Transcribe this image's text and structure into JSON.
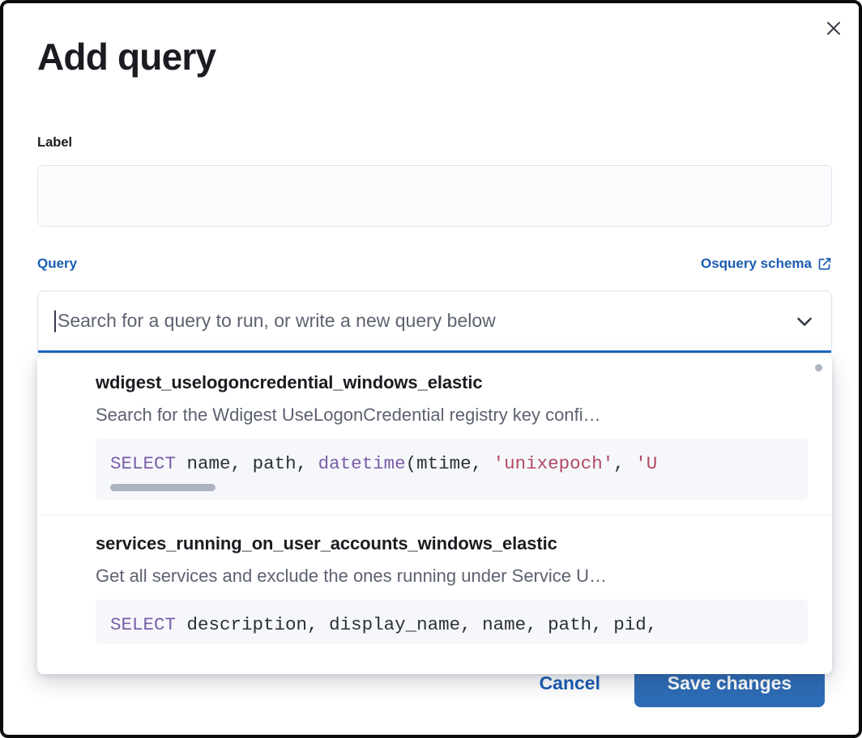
{
  "modal": {
    "title": "Add query",
    "close_icon": "close-icon"
  },
  "label_field": {
    "label": "Label",
    "value": "",
    "placeholder": ""
  },
  "query_section": {
    "label": "Query",
    "schema_link": "Osquery schema",
    "schema_link_icon": "external-link-icon"
  },
  "combobox": {
    "placeholder": "Search for a query to run, or write a new query below",
    "value": "",
    "chevron_icon": "chevron-down-icon",
    "focused": true
  },
  "dropdown": {
    "scroll_indicator": "scroll-dot",
    "items": [
      {
        "title": "wdigest_uselogoncredential_windows_elastic",
        "description": "Search for the Wdigest UseLogonCredential registry key confi…",
        "code_tokens": [
          {
            "t": "SELECT",
            "c": "kw"
          },
          {
            "t": " ",
            "c": "punc"
          },
          {
            "t": "name",
            "c": "id"
          },
          {
            "t": ", ",
            "c": "punc"
          },
          {
            "t": "path",
            "c": "id"
          },
          {
            "t": ", ",
            "c": "punc"
          },
          {
            "t": "datetime",
            "c": "fn"
          },
          {
            "t": "(",
            "c": "punc"
          },
          {
            "t": "mtime",
            "c": "id"
          },
          {
            "t": ", ",
            "c": "punc"
          },
          {
            "t": "'unixepoch'",
            "c": "str"
          },
          {
            "t": ", ",
            "c": "punc"
          },
          {
            "t": "'U",
            "c": "str"
          }
        ],
        "code_plain": "SELECT name, path, datetime(mtime, 'unixepoch', 'U",
        "has_hscrollbar": true
      },
      {
        "title": "services_running_on_user_accounts_windows_elastic",
        "description": "Get all services and exclude the ones running under Service U…",
        "code_tokens": [
          {
            "t": "SELECT",
            "c": "kw"
          },
          {
            "t": " ",
            "c": "punc"
          },
          {
            "t": "description",
            "c": "id"
          },
          {
            "t": ", ",
            "c": "punc"
          },
          {
            "t": "display_name",
            "c": "id"
          },
          {
            "t": ", ",
            "c": "punc"
          },
          {
            "t": "name",
            "c": "id"
          },
          {
            "t": ", ",
            "c": "punc"
          },
          {
            "t": "path",
            "c": "id"
          },
          {
            "t": ", ",
            "c": "punc"
          },
          {
            "t": "pid",
            "c": "id"
          },
          {
            "t": ",",
            "c": "punc"
          }
        ],
        "code_plain": "SELECT description, display_name, name, path, pid,",
        "has_hscrollbar": false
      }
    ]
  },
  "footer": {
    "cancel_label": "Cancel",
    "save_label": "Save changes"
  },
  "colors": {
    "accent_blue": "#1a5cb3",
    "button_blue": "#2d6cb5",
    "focus_blue": "#1e66c4",
    "text_dark": "#1a1c21",
    "text_muted": "#5c6270",
    "code_bg": "#f6f7fb",
    "keyword_purple": "#7b5ea8",
    "string_crimson": "#b24a63",
    "border_light": "#dfe3ef"
  }
}
